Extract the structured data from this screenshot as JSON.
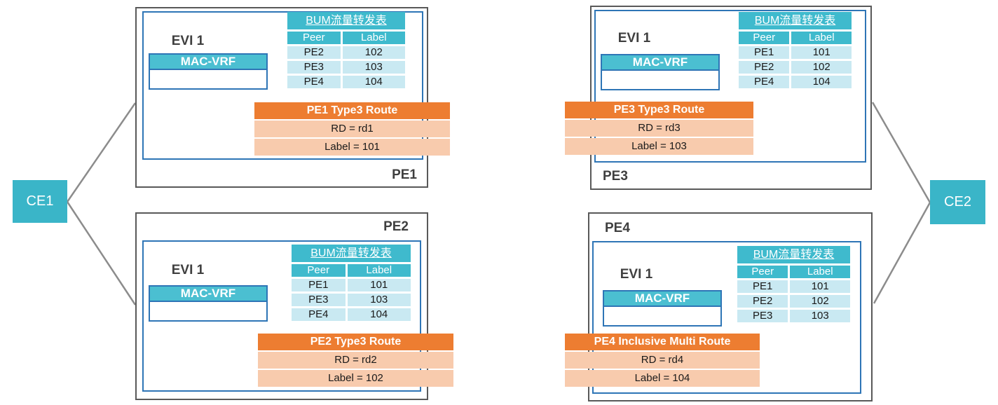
{
  "colors": {
    "teal_accent": "#3fbacd",
    "teal_macvrf": "#4bbfd1",
    "table_row_blue": "#c9e9f2",
    "orange_header": "#ed7d31",
    "orange_row": "#f8cbad",
    "inner_border_blue": "#2e75b6",
    "outer_border_gray": "#595959",
    "link_gray": "#8c8c8c",
    "label_text": "#3f3f3f"
  },
  "ce1": {
    "label": "CE1"
  },
  "ce2": {
    "label": "CE2"
  },
  "pes": [
    {
      "name": "PE1",
      "evi": "EVI 1",
      "macvrf": "MAC-VRF",
      "bum": {
        "title": "BUM流量转发表",
        "col_peer": "Peer",
        "col_label": "Label",
        "rows": [
          {
            "peer": "PE2",
            "label": "102"
          },
          {
            "peer": "PE3",
            "label": "103"
          },
          {
            "peer": "PE4",
            "label": "104"
          }
        ]
      },
      "route": {
        "title": "PE1 Type3 Route",
        "rd": "RD = rd1",
        "label": "Label = 101"
      }
    },
    {
      "name": "PE2",
      "evi": "EVI 1",
      "macvrf": "MAC-VRF",
      "bum": {
        "title": "BUM流量转发表",
        "col_peer": "Peer",
        "col_label": "Label",
        "rows": [
          {
            "peer": "PE1",
            "label": "101"
          },
          {
            "peer": "PE3",
            "label": "103"
          },
          {
            "peer": "PE4",
            "label": "104"
          }
        ]
      },
      "route": {
        "title": "PE2 Type3 Route",
        "rd": "RD = rd2",
        "label": "Label = 102"
      }
    },
    {
      "name": "PE3",
      "evi": "EVI 1",
      "macvrf": "MAC-VRF",
      "bum": {
        "title": "BUM流量转发表",
        "col_peer": "Peer",
        "col_label": "Label",
        "rows": [
          {
            "peer": "PE1",
            "label": "101"
          },
          {
            "peer": "PE2",
            "label": "102"
          },
          {
            "peer": "PE4",
            "label": "104"
          }
        ]
      },
      "route": {
        "title": "PE3 Type3 Route",
        "rd": "RD = rd3",
        "label": "Label = 103"
      }
    },
    {
      "name": "PE4",
      "evi": "EVI 1",
      "macvrf": "MAC-VRF",
      "bum": {
        "title": "BUM流量转发表",
        "col_peer": "Peer",
        "col_label": "Label",
        "rows": [
          {
            "peer": "PE1",
            "label": "101"
          },
          {
            "peer": "PE2",
            "label": "102"
          },
          {
            "peer": "PE3",
            "label": "103"
          }
        ]
      },
      "route": {
        "title": "PE4 Inclusive Multi Route",
        "rd": "RD = rd4",
        "label": "Label = 104"
      }
    }
  ]
}
